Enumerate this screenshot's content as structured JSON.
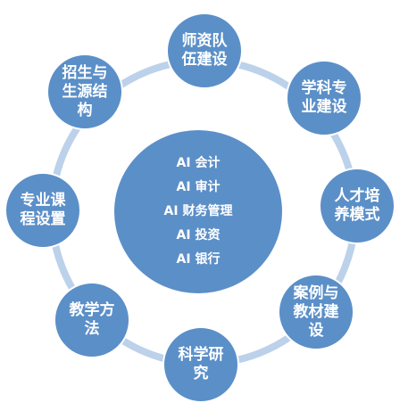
{
  "colors": {
    "node_fill": "#5b8fc8",
    "ring": "#bcd1ea",
    "text": "#ffffff"
  },
  "center": {
    "items": [
      "AI 会计",
      "AI 审计",
      "AI 财务管理",
      "AI 投资",
      "AI 银行"
    ]
  },
  "nodes": [
    {
      "id": "faculty",
      "label": "师资队\n伍建设"
    },
    {
      "id": "discipline",
      "label": "学科专\n业建设"
    },
    {
      "id": "talent",
      "label": "人才培\n养模式"
    },
    {
      "id": "cases",
      "label": "案例与\n教材建\n设"
    },
    {
      "id": "research",
      "label": "科学研\n究"
    },
    {
      "id": "teaching",
      "label": "教学方\n法"
    },
    {
      "id": "curriculum",
      "label": "专业课\n程设置"
    },
    {
      "id": "enrollment",
      "label": "招生与\n生源结\n构"
    }
  ]
}
